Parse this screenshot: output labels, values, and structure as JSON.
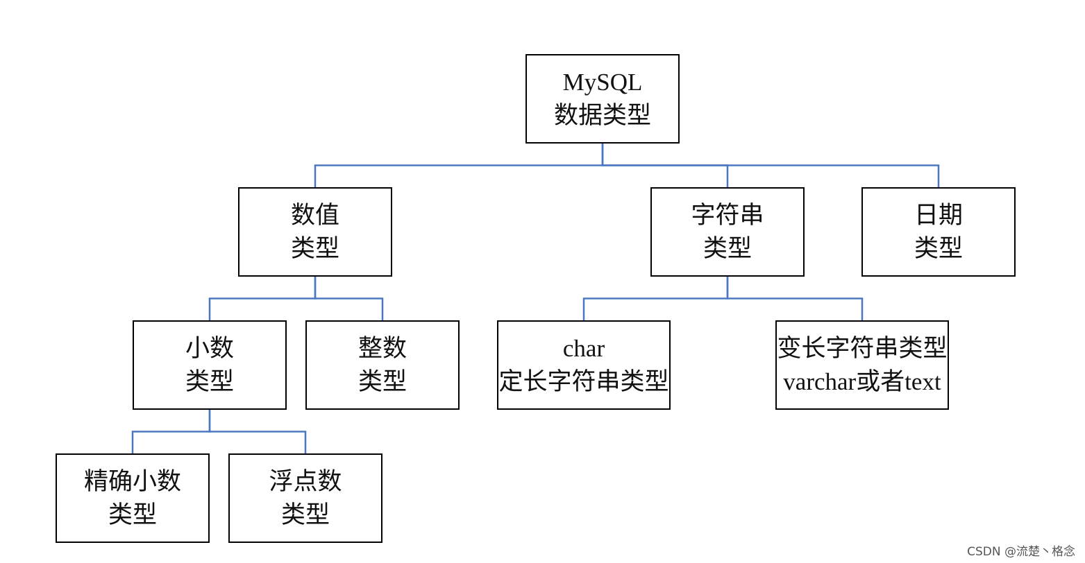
{
  "colors": {
    "connector": "#4a78c0",
    "box_border": "#000000",
    "text": "#111111"
  },
  "nodes": {
    "root": {
      "line1": "MySQL",
      "line2": "数据类型"
    },
    "numeric": {
      "line1": "数值",
      "line2": "类型"
    },
    "string": {
      "line1": "字符串",
      "line2": "类型"
    },
    "date": {
      "line1": "日期",
      "line2": "类型"
    },
    "decimal": {
      "line1": "小数",
      "line2": "类型"
    },
    "integer": {
      "line1": "整数",
      "line2": "类型"
    },
    "char": {
      "line1": "char",
      "line2": "定长字符串类型"
    },
    "varchar": {
      "line1": "变长字符串类型",
      "line2": "varchar或者text"
    },
    "exact": {
      "line1": "精确小数",
      "line2": "类型"
    },
    "float": {
      "line1": "浮点数",
      "line2": "类型"
    }
  },
  "edges": [
    [
      "root",
      "numeric"
    ],
    [
      "root",
      "string"
    ],
    [
      "root",
      "date"
    ],
    [
      "numeric",
      "decimal"
    ],
    [
      "numeric",
      "integer"
    ],
    [
      "string",
      "char"
    ],
    [
      "string",
      "varchar"
    ],
    [
      "decimal",
      "exact"
    ],
    [
      "decimal",
      "float"
    ]
  ],
  "watermark": "CSDN @流楚丶格念"
}
